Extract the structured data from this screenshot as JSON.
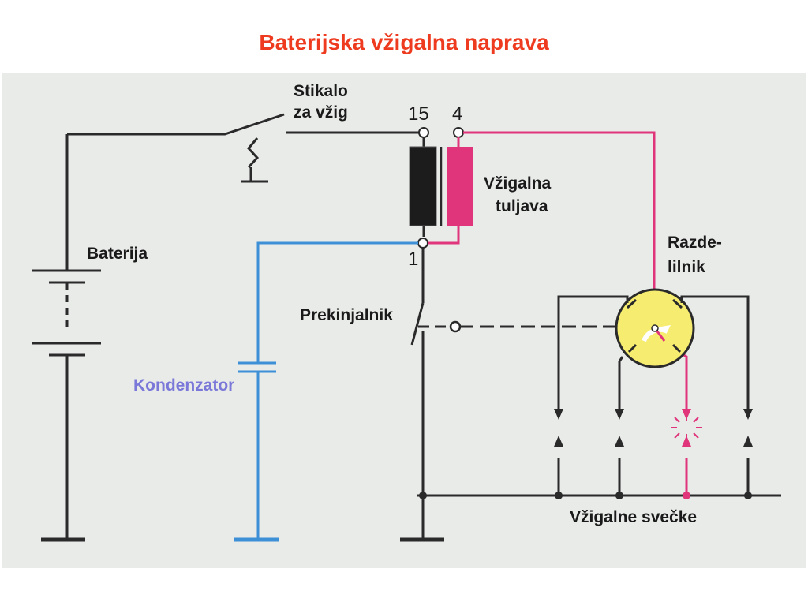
{
  "title": "Baterijska vžigalna naprava",
  "labels": {
    "switch_line1": "Stikalo",
    "switch_line2": "za vžig",
    "terminal_15": "15",
    "terminal_4": "4",
    "terminal_1": "1",
    "coil_line1": "Vžigalna",
    "coil_line2": "tuljava",
    "battery": "Baterija",
    "distributor_line1": "Razde-",
    "distributor_line2": "lilnik",
    "breaker": "Prekinjalnik",
    "capacitor": "Kondenzator",
    "spark_plugs": "Vžigalne svečke"
  },
  "colors": {
    "title": "#ee3b1f",
    "wire": "#2a2a2a",
    "hv_wire": "#e0357a",
    "capacitor_wire": "#3d8fd6",
    "capacitor_label": "#7a78d8",
    "distributor_fill": "#f6ec70",
    "coil_primary": "#1c1c1c",
    "coil_secondary": "#e0357a",
    "background": "#e9ebe9"
  }
}
